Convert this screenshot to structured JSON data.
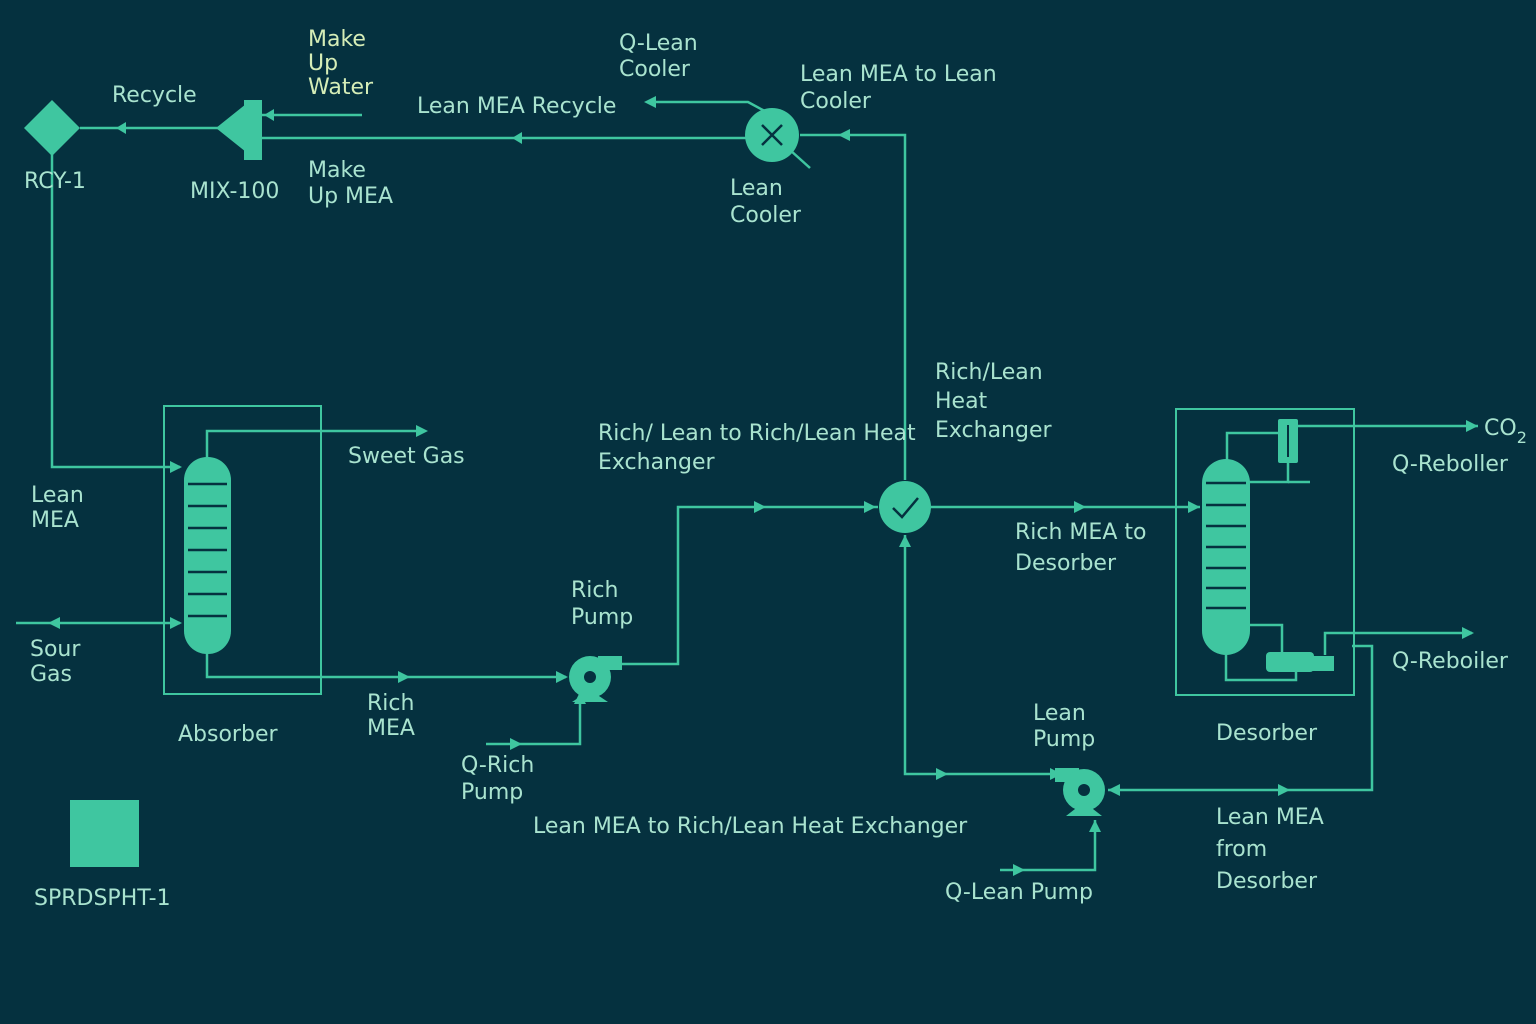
{
  "colors": {
    "background": "#05313f",
    "line": "#3fc6a0",
    "equipment": "#3fc6a0",
    "text": "#a9e3cf",
    "text_highlight": "#d5edb7"
  },
  "equipment": {
    "rcy1": {
      "label": "RCY-1",
      "icon": "diamond-recycle-icon"
    },
    "mix100": {
      "label": "MIX-100",
      "icon": "mixer-icon"
    },
    "lean_cooler": {
      "label": [
        "Lean",
        "Cooler"
      ],
      "icon": "cooler-icon"
    },
    "absorber": {
      "label": "Absorber",
      "icon": "column-icon"
    },
    "rich_pump": {
      "label": [
        "Rich",
        "Pump"
      ],
      "icon": "pump-icon"
    },
    "heat_exchanger": {
      "label": [
        "Rich/Lean",
        "Heat",
        "Exchanger"
      ],
      "icon": "heat-exchanger-icon"
    },
    "desorber": {
      "label": "Desorber",
      "icon": "column-icon"
    },
    "lean_pump": {
      "label": [
        "Lean",
        "Pump"
      ],
      "icon": "pump-icon"
    },
    "spreadsheet": {
      "label": "SPRDSPHT-1",
      "icon": "spreadsheet-icon"
    }
  },
  "streams": {
    "recycle": "Recycle",
    "make_up_water": [
      "Make",
      "Up",
      "Water"
    ],
    "make_up_mea": [
      "Make",
      "Up MEA"
    ],
    "lean_mea_recycle": "Lean MEA Recycle",
    "q_lean_cooler": [
      "Q-Lean",
      "Cooler"
    ],
    "lean_mea_to_lean_cooler": [
      "Lean MEA to Lean",
      "Cooler"
    ],
    "lean_mea": [
      "Lean",
      "MEA"
    ],
    "sour_gas": [
      "Sour",
      "Gas"
    ],
    "sweet_gas": "Sweet Gas",
    "rich_mea": [
      "Rich",
      "MEA"
    ],
    "q_rich_pump": [
      "Q-Rich",
      "Pump"
    ],
    "rich_lean_to_hx": [
      "Rich/ Lean to Rich/Lean Heat",
      "Exchanger"
    ],
    "rich_mea_to_desorber": [
      "Rich MEA to",
      "Desorber"
    ],
    "co2": "CO",
    "co2_sub": "2",
    "q_reboiler_top": "Q-Reboller",
    "q_reboiler": "Q-Reboiler",
    "lean_mea_to_hx": "Lean MEA to Rich/Lean Heat Exchanger",
    "q_lean_pump": "Q-Lean Pump",
    "lean_mea_from_desorber": [
      "Lean MEA",
      "from",
      "Desorber"
    ]
  }
}
